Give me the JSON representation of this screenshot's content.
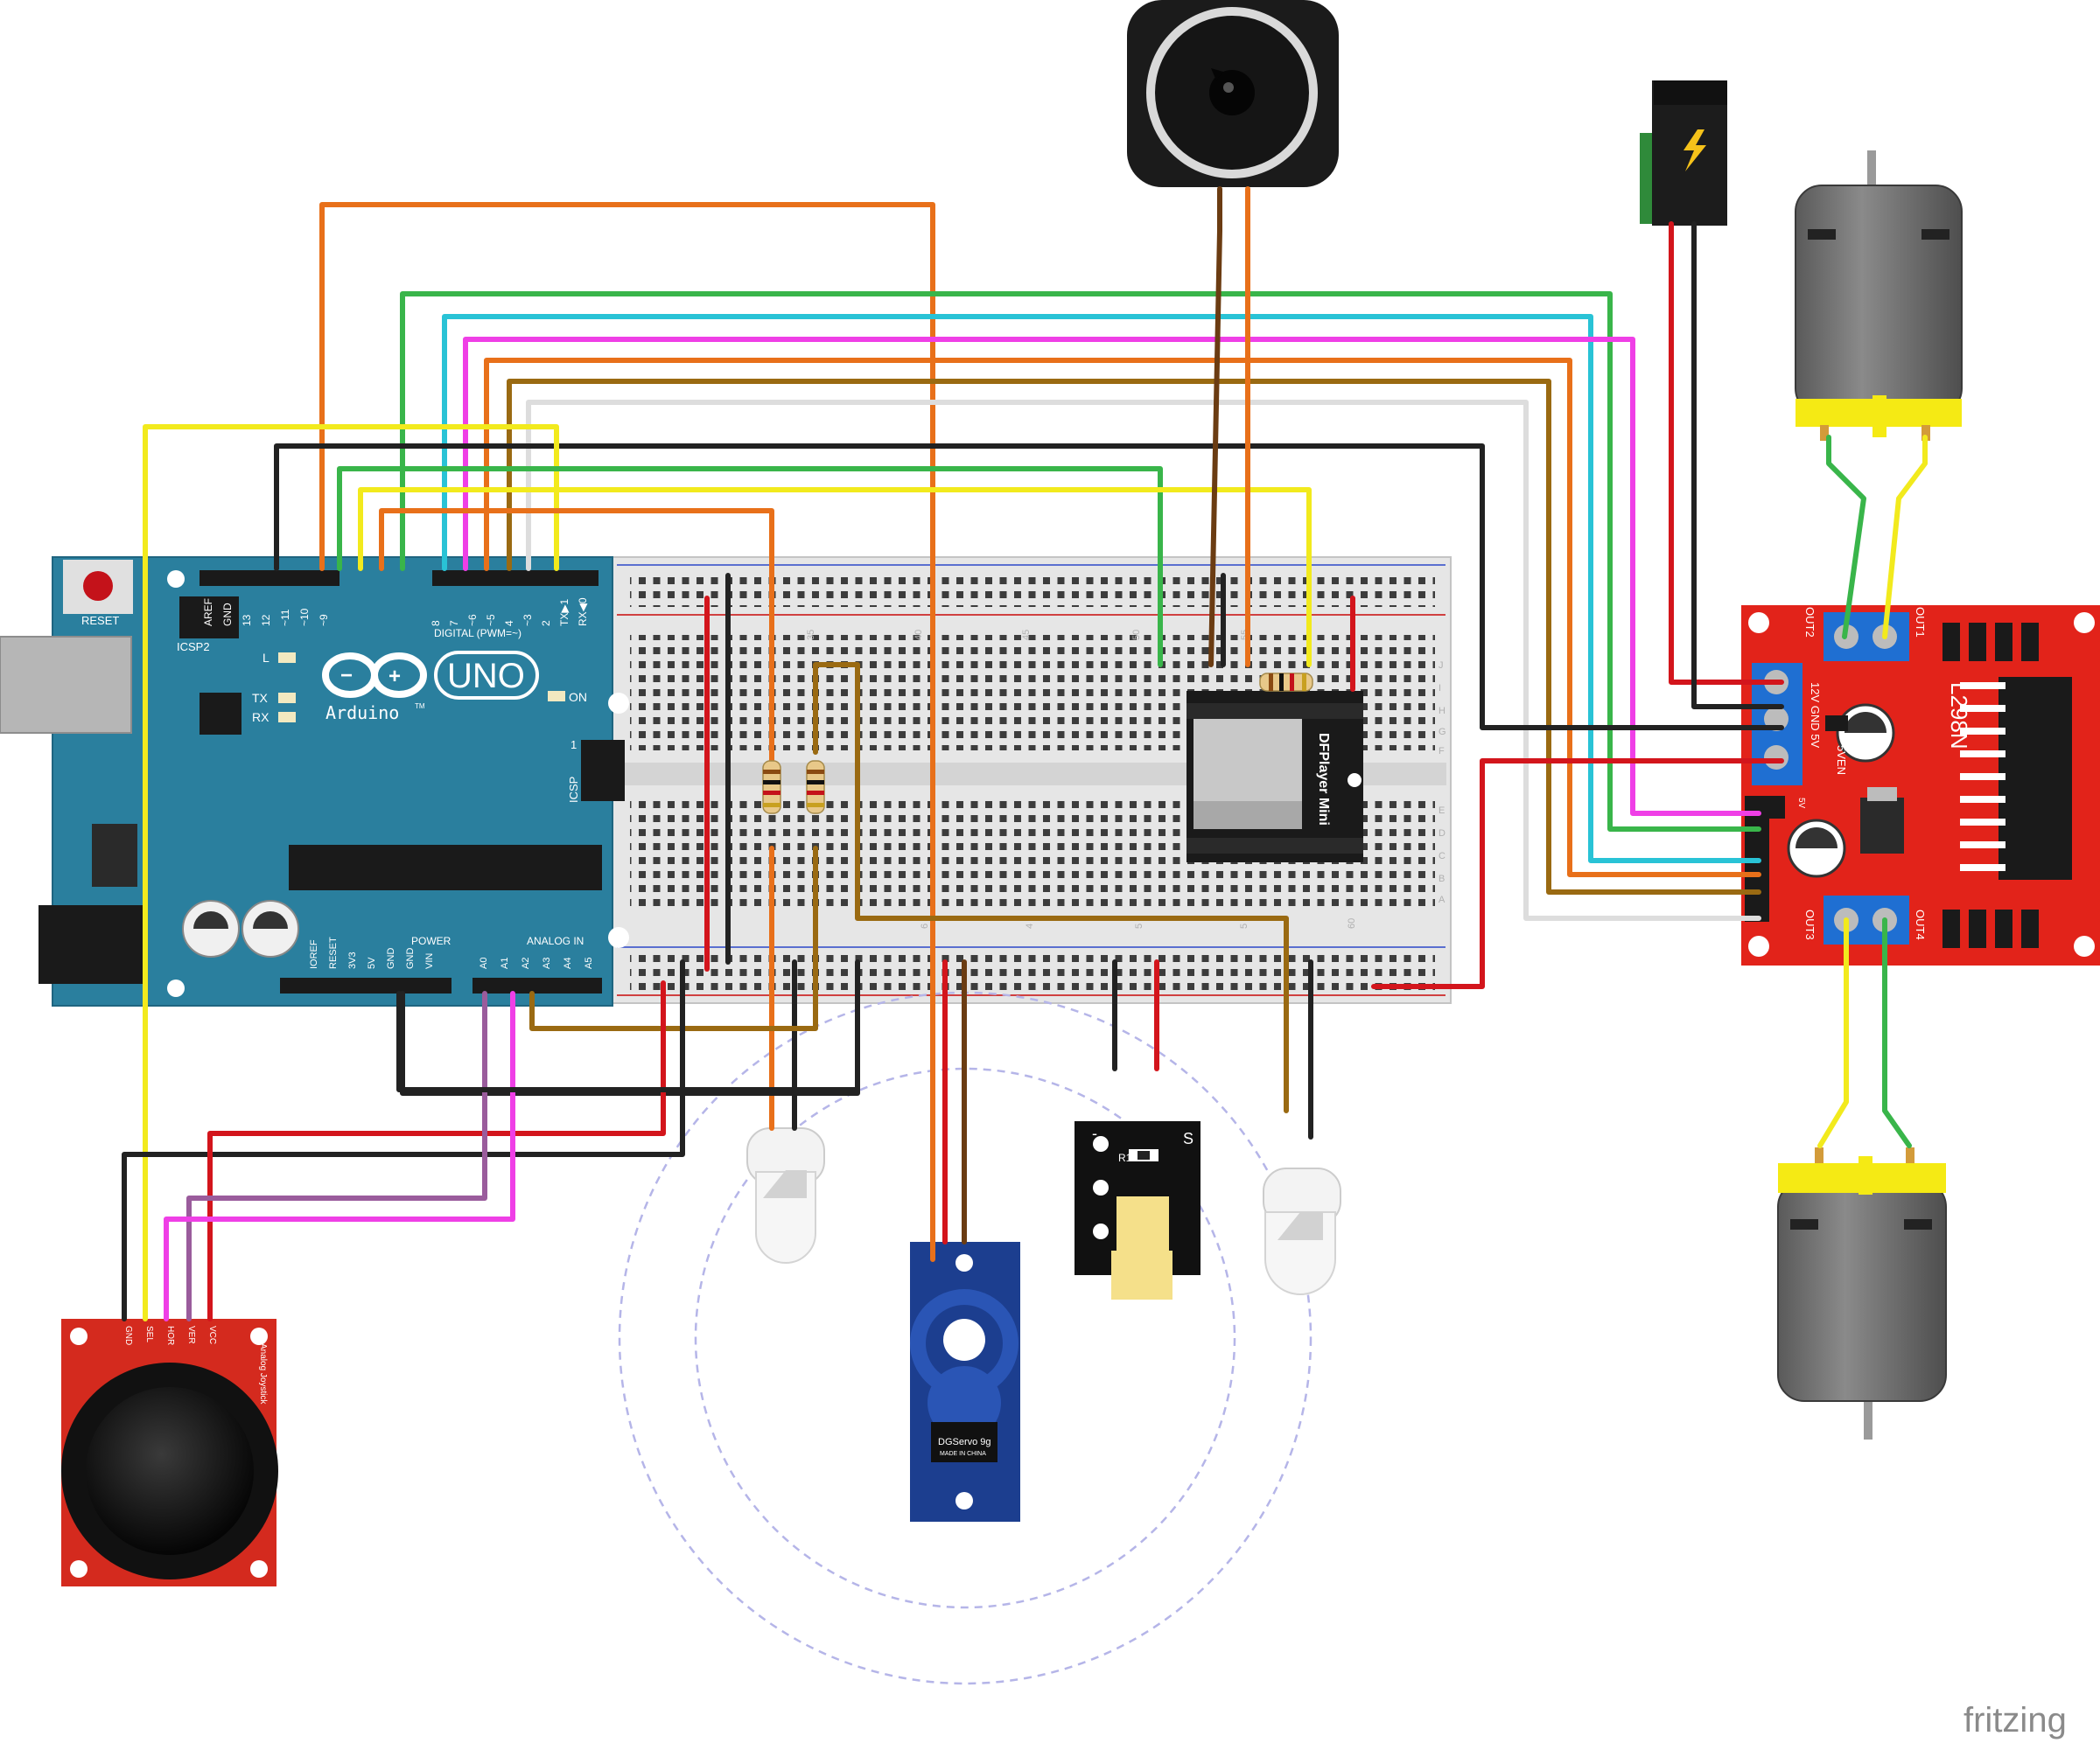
{
  "arduino": {
    "brand": "Arduino",
    "model": "UNO",
    "tm": "TM",
    "reset_label": "RESET",
    "icsp2_label": "ICSP2",
    "icsp_label": "ICSP",
    "icsp_pin1": "1",
    "led_l": "L",
    "led_tx": "TX",
    "led_rx": "RX",
    "led_on": "ON",
    "digital_header": "DIGITAL (PWM=~)",
    "power_header": "POWER",
    "analog_header": "ANALOG IN",
    "digital_pins": [
      "AREF",
      "GND",
      "13",
      "12",
      "~11",
      "~10",
      "~9",
      "8",
      "7",
      "~6",
      "~5",
      "4",
      "~3",
      "2",
      "TX▶1",
      "RX◀0"
    ],
    "power_pins": [
      "IOREF",
      "RESET",
      "3V3",
      "5V",
      "GND",
      "GND",
      "VIN"
    ],
    "analog_pins": [
      "A0",
      "A1",
      "A2",
      "A3",
      "A4",
      "A5"
    ]
  },
  "breadboard": {
    "row_labels_top": [
      "J",
      "I",
      "H",
      "G",
      "F"
    ],
    "row_labels_bottom": [
      "E",
      "D",
      "C",
      "B",
      "A"
    ],
    "column_numbers": [
      "35",
      "40",
      "45",
      "50",
      "55",
      "60"
    ],
    "bottom_numbers": [
      "4",
      "5",
      "5",
      "6"
    ]
  },
  "dfplayer": {
    "label": "DFPlayer Mini"
  },
  "l298n": {
    "label": "L298N",
    "out1": "OUT1",
    "out2": "OUT2",
    "out3": "OUT3",
    "out4": "OUT4",
    "power_pins": "12V GND 5V",
    "enable": "5VEN",
    "pin_5v": "5V"
  },
  "joystick": {
    "pins": [
      "GND",
      "SEL",
      "HOR",
      "VER",
      "VCC"
    ],
    "title": "Analog Joystick"
  },
  "servo": {
    "label": "DGServo 9g",
    "sub": "MADE IN CHINA"
  },
  "ir_sensor": {
    "minus": "-",
    "s": "S",
    "r1": "R1"
  },
  "watermark": "fritzing",
  "colors": {
    "arduino_blue": "#2a7f9e",
    "l298n_red": "#e2231a",
    "joystick_red": "#d42a1e",
    "servo_blue": "#1c3e8f",
    "wire_green": "#39b54a",
    "wire_cyan": "#29c3d6",
    "wire_magenta": "#ef3fe6",
    "wire_orange": "#e8701a",
    "wire_brown": "#9a6a12",
    "wire_yellow": "#f2ea1d",
    "wire_black": "#222222",
    "wire_red": "#d3151c",
    "wire_white": "#dddddd",
    "wire_purple": "#9a5c9c"
  }
}
